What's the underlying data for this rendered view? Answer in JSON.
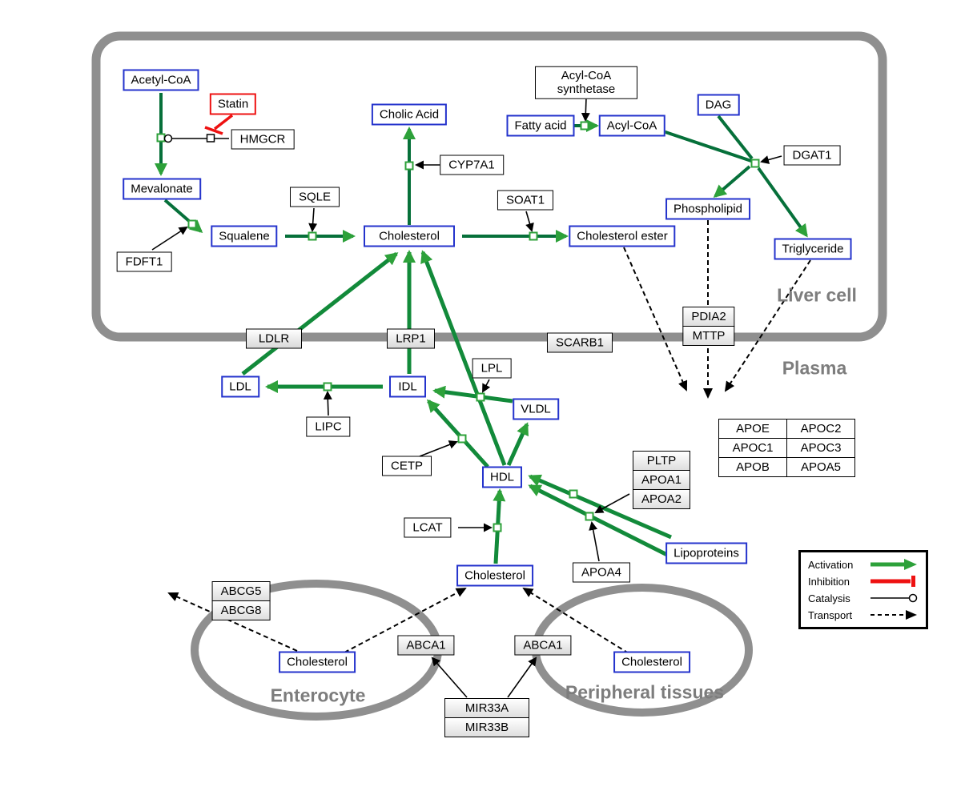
{
  "regions": {
    "liver": "Liver cell",
    "plasma": "Plasma",
    "enterocyte": "Enterocyte",
    "peripheral": "Peripheral tissues"
  },
  "nodes": {
    "acetyl_coa": "Acetyl-CoA",
    "statin": "Statin",
    "hmgcr": "HMGCR",
    "mevalonate": "Mevalonate",
    "fdft1": "FDFT1",
    "squalene": "Squalene",
    "sqle": "SQLE",
    "cholesterol_liver": "Cholesterol",
    "cholic_acid": "Cholic Acid",
    "cyp7a1": "CYP7A1",
    "soat1": "SOAT1",
    "cholesterol_ester": "Cholesterol ester",
    "acyl_coa_synthetase": "Acyl-CoA synthetase",
    "fatty_acid": "Fatty acid",
    "acyl_coa": "Acyl-CoA",
    "dag": "DAG",
    "dgat1": "DGAT1",
    "phospholipid": "Phospholipid",
    "triglyceride": "Triglyceride",
    "pdia2": "PDIA2",
    "mttp": "MTTP",
    "ldlr": "LDLR",
    "lrp1": "LRP1",
    "scarb1": "SCARB1",
    "ldl": "LDL",
    "idl": "IDL",
    "lipc": "LIPC",
    "lpl": "LPL",
    "vldl": "VLDL",
    "cetp": "CETP",
    "hdl": "HDL",
    "pltp": "PLTP",
    "apoa1": "APOA1",
    "apoa2": "APOA2",
    "apoe": "APOE",
    "apoc2": "APOC2",
    "apoc1": "APOC1",
    "apoc3": "APOC3",
    "apob": "APOB",
    "apoa5": "APOA5",
    "lcat": "LCAT",
    "apoa4": "APOA4",
    "lipoproteins": "Lipoproteins",
    "cholesterol_plasma": "Cholesterol",
    "abcg5": "ABCG5",
    "abcg8": "ABCG8",
    "abca1": "ABCA1",
    "cholesterol_enterocyte": "Cholesterol",
    "cholesterol_peripheral": "Cholesterol",
    "mir33a": "MIR33A",
    "mir33b": "MIR33B"
  },
  "legend": {
    "activation": "Activation",
    "inhibition": "Inhibition",
    "catalysis": "Catalysis",
    "transport": "Transport"
  },
  "colors": {
    "activation_green": "#128a3a",
    "arrowhead_green": "#2da13a",
    "inhibition_red": "#ee1111",
    "membrane_gray": "#8f8f8f",
    "metabolite_blue": "#2433cc"
  }
}
